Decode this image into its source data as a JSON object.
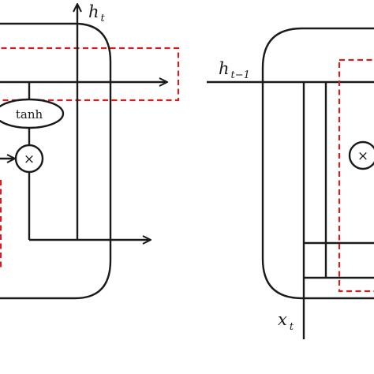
{
  "labels": {
    "h_t_base": "h",
    "h_t_sub": "t",
    "h_prev_base": "h",
    "h_prev_sub": "t−1",
    "x_t_base": "x",
    "x_t_sub": "t",
    "tanh": "tanh",
    "mult_left": "×",
    "mult_right": "×"
  },
  "colors": {
    "stroke": "#1a1a1a",
    "highlight_dashed": "#d21f1f",
    "background": "#ffffff"
  },
  "icons": {
    "multiply": "multiply-operator-icon",
    "arrow": "arrowhead-icon"
  }
}
